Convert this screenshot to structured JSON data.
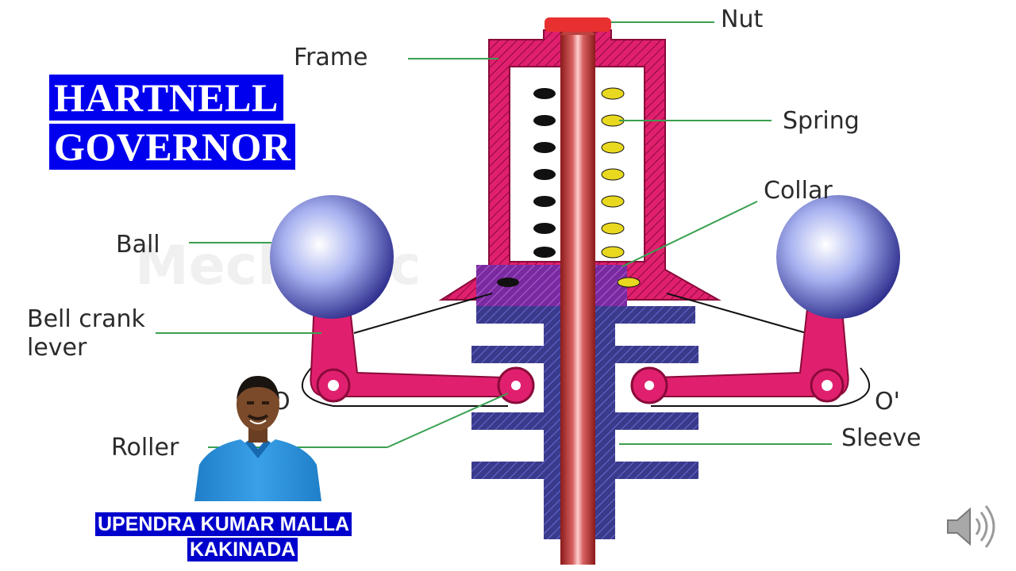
{
  "title": {
    "line1": "HARTNELL",
    "line2": "GOVERNOR"
  },
  "labels": {
    "nut": "Nut",
    "frame": "Frame",
    "spring": "Spring",
    "collar": "Collar",
    "ball": "Ball",
    "bell_crank_line1": "Bell crank",
    "bell_crank_line2": "lever",
    "roller": "Roller",
    "sleeve": "Sleeve",
    "pivot_left": "O",
    "pivot_right": "O'"
  },
  "author": {
    "name": "UPENDRA KUMAR MALLA",
    "place": "KAKINADA"
  },
  "watermark": "Mechanic",
  "icons": {
    "audio": "speaker-icon",
    "presenter": "presenter-photo"
  },
  "colors": {
    "frame": "#e0206e",
    "frame_dark": "#8a0a3a",
    "spindle": "#c84040",
    "sleeve": "#3a3a8c",
    "collar": "#7a2aa0",
    "spring": "#f0e020",
    "ball": "#8e9be6",
    "title_bg": "#0000ee",
    "leader": "#3aa050"
  }
}
